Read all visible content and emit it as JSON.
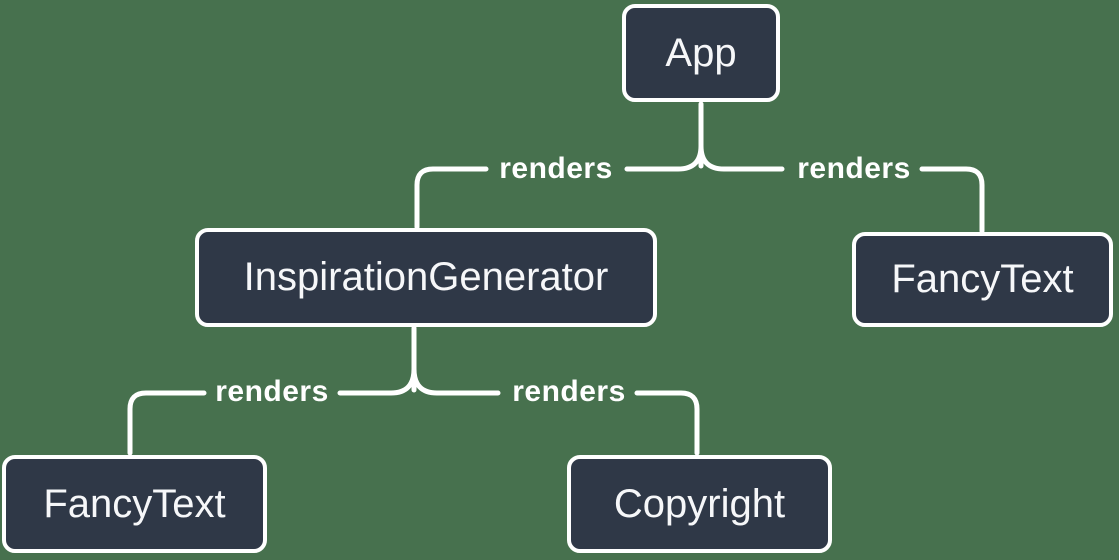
{
  "diagram": {
    "type": "tree",
    "description_visible_text_only": true,
    "colors": {
      "background": "#47714E",
      "node-fill": "#2F3847",
      "node-border": "#FFFFFF",
      "node-text": "#F6F7F9",
      "edge": "#FFFFFF",
      "edge-label": "#FFFFFF"
    },
    "nodes": [
      {
        "id": "app",
        "label": "App"
      },
      {
        "id": "inspiration-generator",
        "label": "InspirationGenerator"
      },
      {
        "id": "fancy-text-top",
        "label": "FancyText"
      },
      {
        "id": "fancy-text-bottom",
        "label": "FancyText"
      },
      {
        "id": "copyright",
        "label": "Copyright"
      }
    ],
    "edges": [
      {
        "from": "App",
        "to": "InspirationGenerator",
        "label": "renders"
      },
      {
        "from": "App",
        "to": "FancyText",
        "label": "renders"
      },
      {
        "from": "InspirationGenerator",
        "to": "FancyText",
        "label": "renders"
      },
      {
        "from": "InspirationGenerator",
        "to": "Copyright",
        "label": "renders"
      }
    ]
  }
}
